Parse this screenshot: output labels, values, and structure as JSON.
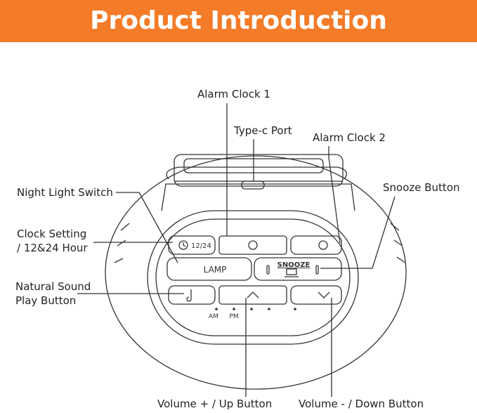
{
  "header": {
    "title": "Product Introduction"
  },
  "callouts": {
    "alarm1": "Alarm Clock 1",
    "typec": "Type-c Port",
    "alarm2": "Alarm Clock 2",
    "night_light": "Night Light Switch",
    "snooze": "Snooze Button",
    "clock_setting_line1": "Clock Setting",
    "clock_setting_line2": "/ 12&24 Hour",
    "natural_sound_line1": "Natural Sound",
    "natural_sound_line2": "Play Button",
    "volume_up": "Volume + / Up Button",
    "volume_down": "Volume - / Down Button"
  },
  "device_labels": {
    "clock_format": "12/24",
    "lamp": "LAMP",
    "snooze": "SNOOZE",
    "am": "AM",
    "pm": "PM"
  },
  "colors": {
    "banner": "#f47b27",
    "line": "#333333"
  }
}
